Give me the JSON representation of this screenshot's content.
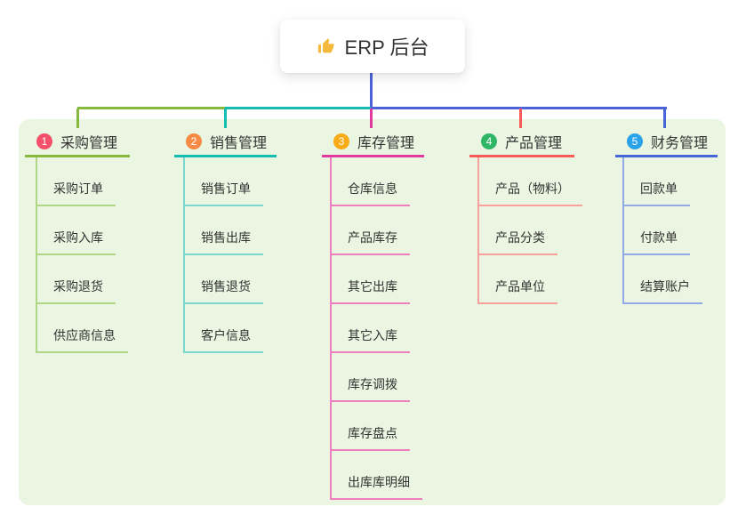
{
  "root": {
    "label": "ERP 后台",
    "icon": "thumbs-up"
  },
  "connector_color": "#4c63d8",
  "canvas_background": "#eaf6e2",
  "branches": [
    {
      "badge": "1",
      "label": "采购管理",
      "colors": {
        "main": "#85ba3f",
        "light": "#b2d688",
        "badge": "#f5506a"
      },
      "children": [
        "采购订单",
        "采购入库",
        "采购退货",
        "供应商信息"
      ]
    },
    {
      "badge": "2",
      "label": "销售管理",
      "colors": {
        "main": "#14bcb1",
        "light": "#7dd7cd",
        "badge": "#f78a44"
      },
      "children": [
        "销售订单",
        "销售出库",
        "销售退货",
        "客户信息"
      ]
    },
    {
      "badge": "3",
      "label": "库存管理",
      "colors": {
        "main": "#e03a9e",
        "light": "#ee7fc0",
        "badge": "#f9ab17"
      },
      "children": [
        "仓库信息",
        "产品库存",
        "其它出库",
        "其它入库",
        "库存调拨",
        "库存盘点",
        "出库库明细"
      ]
    },
    {
      "badge": "4",
      "label": "产品管理",
      "colors": {
        "main": "#f85b57",
        "light": "#faa09a",
        "badge": "#2fb566"
      },
      "children": [
        "产品（物料）",
        "产品分类",
        "产品单位"
      ]
    },
    {
      "badge": "5",
      "label": "财务管理",
      "colors": {
        "main": "#4565d8",
        "light": "#93a9e6",
        "badge": "#2aa3ea"
      },
      "children": [
        "回款单",
        "付款单",
        "结算账户"
      ]
    }
  ]
}
